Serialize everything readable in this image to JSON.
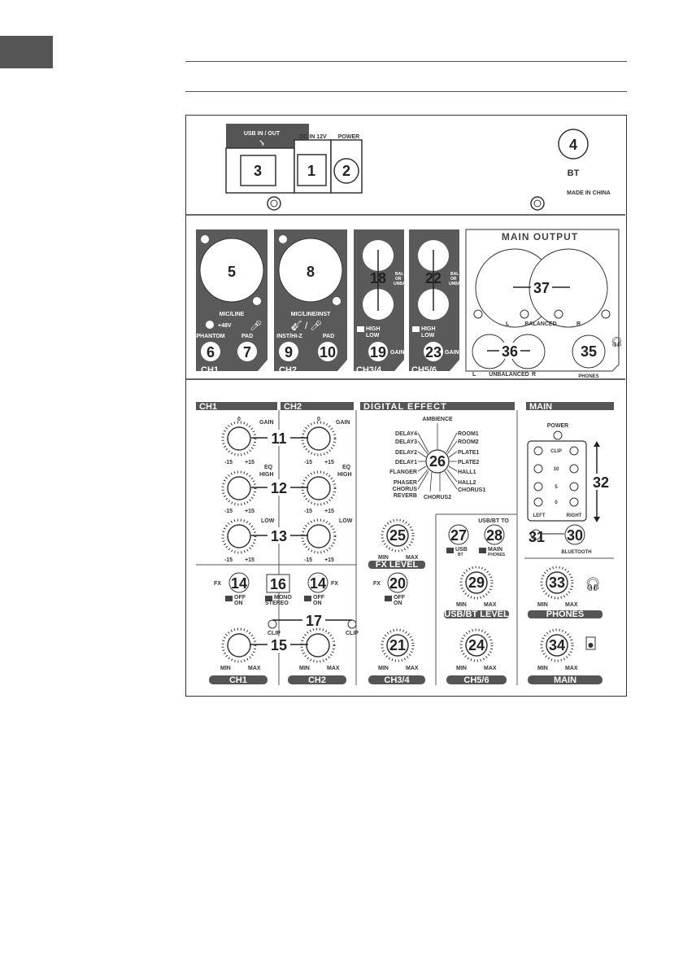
{
  "rear_panel": {
    "usb_in_out": "USB IN / OUT",
    "dc_in": "DC IN 12V",
    "power": "POWER",
    "bt": "BT",
    "made_in": "MADE IN CHINA",
    "callouts": [
      "3",
      "1",
      "2",
      "4"
    ]
  },
  "inputs": {
    "ch1": {
      "label": "CH1",
      "mic_line": "MIC/LINE",
      "plus48v": "+48V",
      "phantom": "PHANTOM",
      "pad": "PAD",
      "callouts": [
        "5",
        "6",
        "7"
      ]
    },
    "ch2": {
      "label": "CH2",
      "mic_line_inst": "MIC/LINE/INST",
      "inst_hiz": "INST/HI-Z",
      "pad": "PAD",
      "callouts": [
        "8",
        "9",
        "10"
      ]
    },
    "ch34": {
      "label": "CH3/4",
      "bal": "BAL",
      "or": "OR",
      "unbal": "UNBAL",
      "high": "HIGH",
      "low": "LOW",
      "gain": "GAIN",
      "callouts": [
        "18",
        "19"
      ]
    },
    "ch56": {
      "label": "CH5/6",
      "bal": "BAL",
      "or": "OR",
      "unbal": "UNBAL",
      "high": "HIGH",
      "low": "LOW",
      "gain": "GAIN",
      "callouts": [
        "22",
        "23"
      ]
    },
    "main_output": {
      "title": "MAIN OUTPUT",
      "l": "L",
      "balanced": "BALANCED",
      "r": "R",
      "unbalanced": "UNBALANCED",
      "phones": "PHONES",
      "callouts": [
        "37",
        "36",
        "35"
      ]
    }
  },
  "controls": {
    "ch1_header": "CH1",
    "ch2_header": "CH2",
    "digital_effect": "DIGITAL EFFECT",
    "main_header": "MAIN",
    "gain": "GAIN",
    "eq": "EQ",
    "high": "HIGH",
    "low": "LOW",
    "minus15": "-15",
    "plus15": "+15",
    "zero": "0",
    "fx": "FX",
    "off": "OFF",
    "on": "ON",
    "mono": "MONO",
    "stereo": "STEREO",
    "clip": "CLIP",
    "min": "MIN",
    "max": "MAX",
    "effects_left": [
      "DELAY4",
      "DELAY3",
      "DELAY2",
      "DELAY1",
      "FLANGER",
      "PHASER",
      "CHORUS",
      "REVERB"
    ],
    "effects_right": [
      "ROOM1",
      "ROOM2",
      "PLATE1",
      "PLATE2",
      "HALL1",
      "HALL2",
      "CHORUS1"
    ],
    "ambience": "AMBIENCE",
    "chorus2": "CHORUS2",
    "fx_level": "FX LEVEL",
    "usb_bt_to": "USB/BT TO",
    "usb": "USB",
    "bt": "BT",
    "main": "MAIN",
    "phones": "PHONES",
    "usb_bt_level": "USB/BT LEVEL",
    "power": "POWER",
    "clip_meter": "CLIP",
    "m10": "10",
    "m5": "5",
    "m0": "0",
    "left": "LEFT",
    "right": "RIGHT",
    "bluetooth": "BLUETOOTH",
    "bottom_ch1": "CH1",
    "bottom_ch2": "CH2",
    "bottom_ch34": "CH3/4",
    "bottom_ch56": "CH5/6",
    "bottom_phones": "PHONES",
    "bottom_main": "MAIN",
    "callouts": [
      "11",
      "12",
      "13",
      "14",
      "16",
      "14",
      "17",
      "15",
      "26",
      "25",
      "20",
      "21",
      "27",
      "28",
      "29",
      "24",
      "32",
      "31",
      "30",
      "33",
      "34"
    ]
  }
}
